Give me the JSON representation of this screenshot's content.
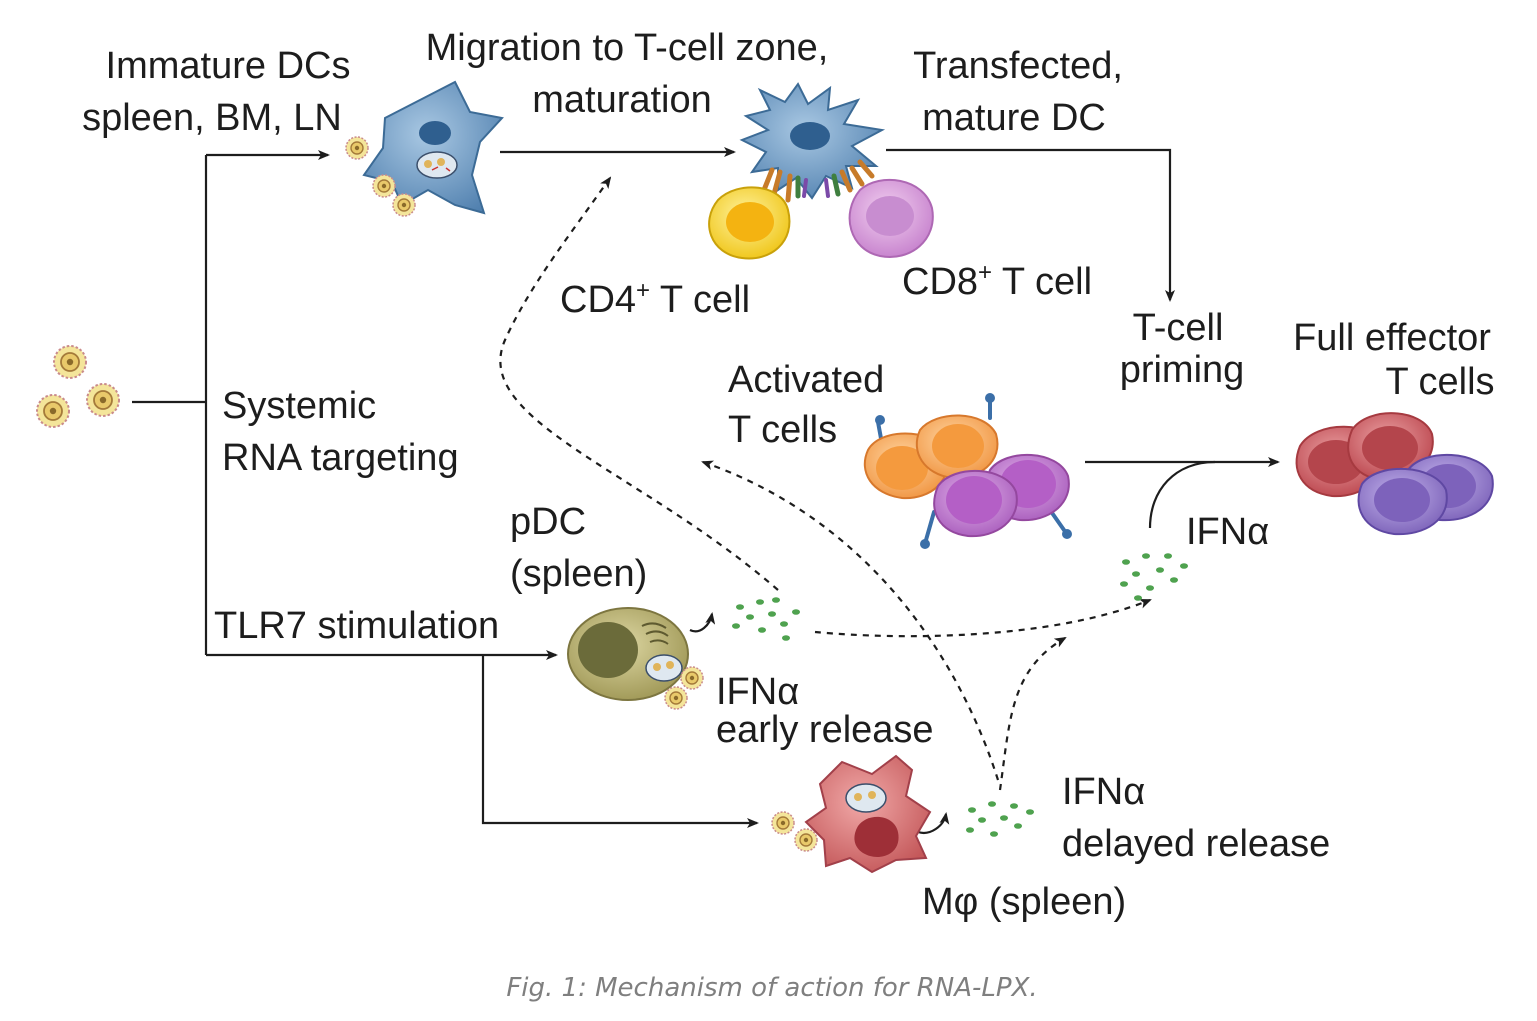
{
  "labels": {
    "immature_dcs_1": "Immature DCs",
    "immature_dcs_2": "spleen, BM, LN",
    "migration_1": "Migration to T-cell zone,",
    "migration_2": "maturation",
    "transfected_1": "Transfected,",
    "transfected_2": "mature DC",
    "cd4": "CD4",
    "cd4_sup": "+",
    "cd4_rest": " T cell",
    "cd8": "CD8",
    "cd8_sup": "+",
    "cd8_rest": " T cell",
    "priming_1": "T-cell",
    "priming_2": "priming",
    "full_effector_1": "Full effector",
    "full_effector_2": "T cells",
    "activated_1": "Activated",
    "activated_2": "T cells",
    "systemic_1": "Systemic",
    "systemic_2": "RNA targeting",
    "ifna_right": "IFNα",
    "pdc_1": "pDC",
    "pdc_2": "(spleen)",
    "tlr7": "TLR7 stimulation",
    "ifna_early_1": "IFNα",
    "ifna_early_2": "early release",
    "ifna_delayed_1": "IFNα",
    "ifna_delayed_2": "delayed release",
    "macrophage": "Mφ (spleen)"
  },
  "caption": "Fig. 1: Mechanism of action for RNA-LPX.",
  "colors": {
    "dc_blue": "#7aa6cc",
    "cd4_yellow": "#f7d21a",
    "cd8_pink": "#d79ad8",
    "tcell_orange": "#f6a85c",
    "tcell_purple": "#b870c8",
    "effector_red": "#c9535a",
    "effector_violet": "#8e74c6",
    "pdc_olive": "#b6ae6c",
    "macrophage_red": "#d46a6a",
    "ifn_green": "#4fa24f",
    "lpx_yellow": "#f2e08a"
  }
}
